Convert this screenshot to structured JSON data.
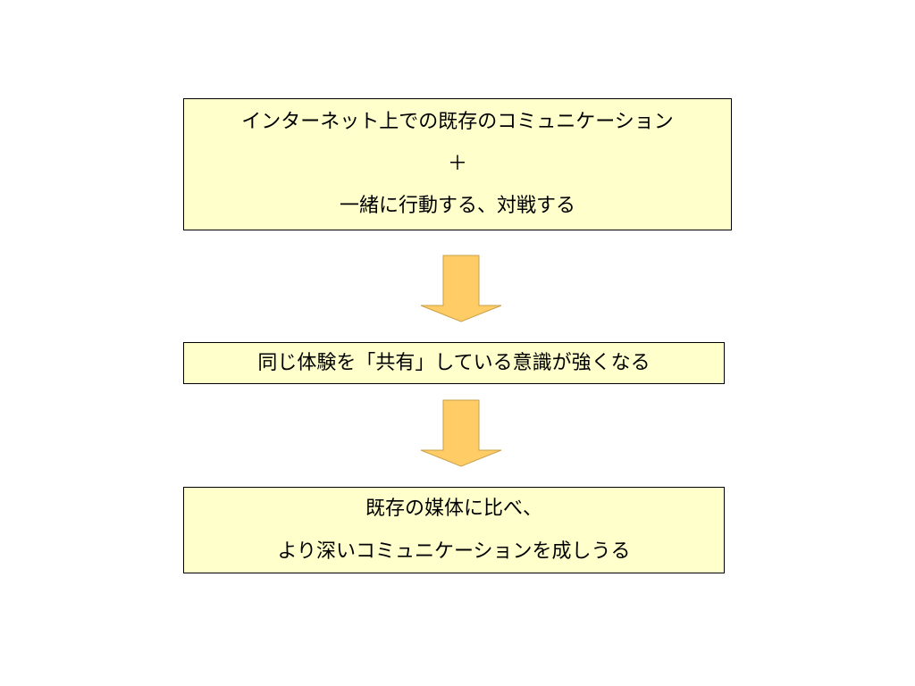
{
  "colors": {
    "box_fill": "#ffffcc",
    "box_border": "#000000",
    "arrow_fill": "#ffcc66",
    "arrow_stroke": "#c9a04a",
    "text": "#000000"
  },
  "diagram": {
    "box1": {
      "line1": "インターネット上での既存のコミュニケーション",
      "line2": "＋",
      "line3": "一緒に行動する、対戦する"
    },
    "box2": {
      "line1": "同じ体験を「共有」している意識が強くなる"
    },
    "box3": {
      "line1": "既存の媒体に比べ、",
      "line2": "より深いコミュニケーションを成しうる"
    }
  }
}
